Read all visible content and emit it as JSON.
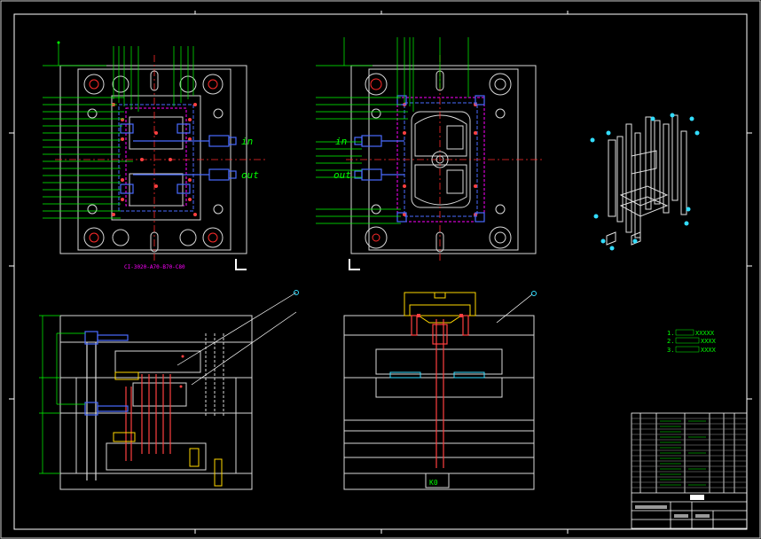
{
  "drawing": {
    "background": "#000000",
    "colors": {
      "frame": "#ffffff",
      "outline": "#d8d8d8",
      "leader": "#00ff00",
      "dim": "#00ff00",
      "cooling": "#4a6bff",
      "center": "#ff2a2a",
      "pin": "#ff4040",
      "magenta": "#ff00ff",
      "cyan": "#33ddff",
      "yellow": "#ffd700",
      "hidden": "#b0b0b0"
    },
    "views": {
      "top_left_label": "CI-3020-A70-B70-C80",
      "water_in_left": "in",
      "water_out_left": "out",
      "water_in_right": "in",
      "water_out_right": "out",
      "section_bottom_label": "K0"
    },
    "notes": [
      {
        "num": "1.",
        "text": "XXXXX"
      },
      {
        "num": "2.",
        "text": "XXXX"
      },
      {
        "num": "3.",
        "text": "XXXX"
      }
    ]
  }
}
